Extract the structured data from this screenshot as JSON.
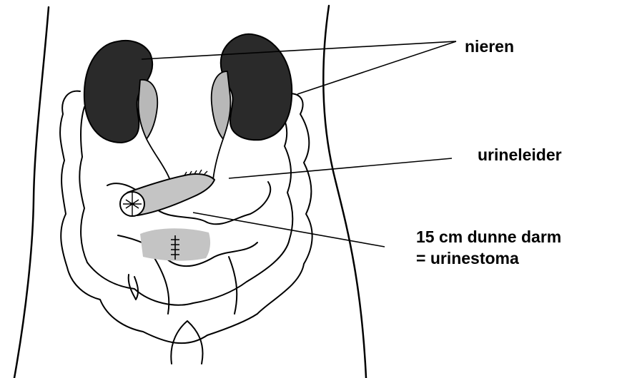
{
  "labels": {
    "kidneys": "nieren",
    "ureter": "urineleider",
    "stoma_line1": "15 cm dunne darm",
    "stoma_line2": "= urinestoma"
  },
  "colors": {
    "ink": "#000000",
    "kidney_fill": "#2a2a2a",
    "ureter_fill": "#b8b8b8",
    "stoma_fill": "#c4c4c4",
    "background": "#ffffff"
  }
}
